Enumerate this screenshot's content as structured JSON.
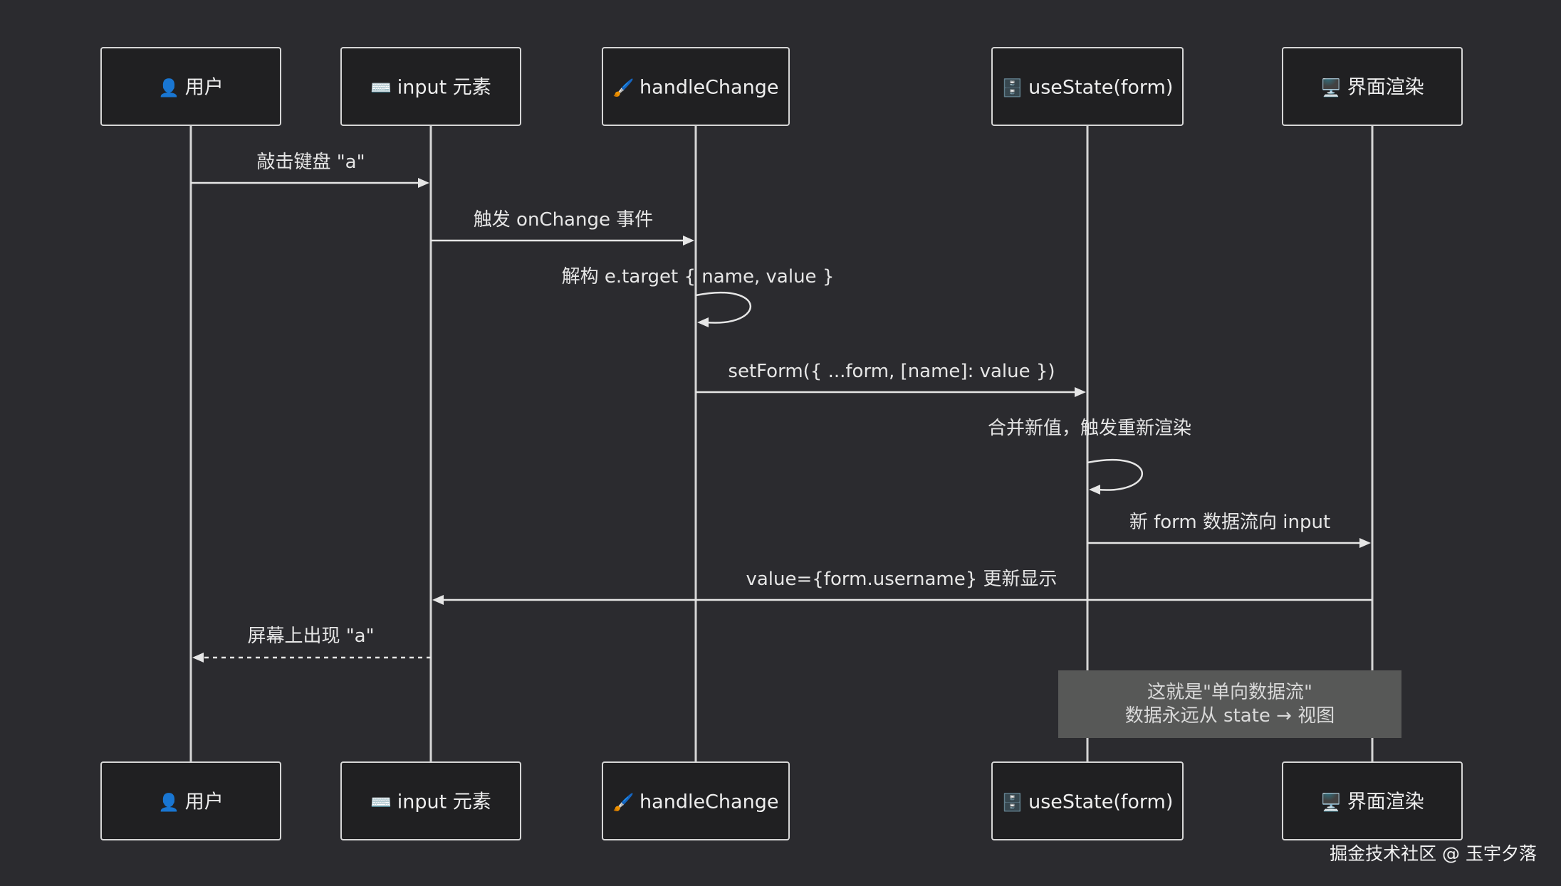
{
  "participants": [
    {
      "id": "user",
      "label": "用户",
      "icon": "person-icon",
      "icon_glyph": "👤"
    },
    {
      "id": "input",
      "label": "input 元素",
      "icon": "keyboard-icon",
      "icon_glyph": "⌨️"
    },
    {
      "id": "handler",
      "label": "handleChange",
      "icon": "brush-icon",
      "icon_glyph": "🖌️"
    },
    {
      "id": "state",
      "label": "useState(form)",
      "icon": "cabinet-icon",
      "icon_glyph": "🗄️"
    },
    {
      "id": "render",
      "label": "界面渲染",
      "icon": "monitor-icon",
      "icon_glyph": "🖥️"
    }
  ],
  "messages": [
    {
      "from": "user",
      "to": "input",
      "text": "敲击键盘 \"a\"",
      "style": "solid"
    },
    {
      "from": "input",
      "to": "handler",
      "text": "触发 onChange 事件",
      "style": "solid"
    },
    {
      "from": "handler",
      "to": "handler",
      "text": "解构 e.target { name, value }",
      "style": "self"
    },
    {
      "from": "handler",
      "to": "state",
      "text": "setForm({ ...form, [name]: value })",
      "style": "solid"
    },
    {
      "from": "state",
      "to": "state",
      "text": "合并新值，触发重新渲染",
      "style": "self"
    },
    {
      "from": "state",
      "to": "render",
      "text": "新 form 数据流向 input",
      "style": "solid"
    },
    {
      "from": "render",
      "to": "input",
      "text": "value={form.username} 更新显示",
      "style": "solid"
    },
    {
      "from": "input",
      "to": "user",
      "text": "屏幕上出现 \"a\"",
      "style": "dashed"
    }
  ],
  "note": {
    "over": [
      "state",
      "render"
    ],
    "lines": [
      "这就是\"单向数据流\"",
      "数据永远从 state → 视图"
    ]
  },
  "watermark": "掘金技术社区 @ 玉宇夕落",
  "colors": {
    "background": "#2b2b2f",
    "box_fill": "#202022",
    "line": "#d6d6d6",
    "note_fill": "#575857"
  }
}
